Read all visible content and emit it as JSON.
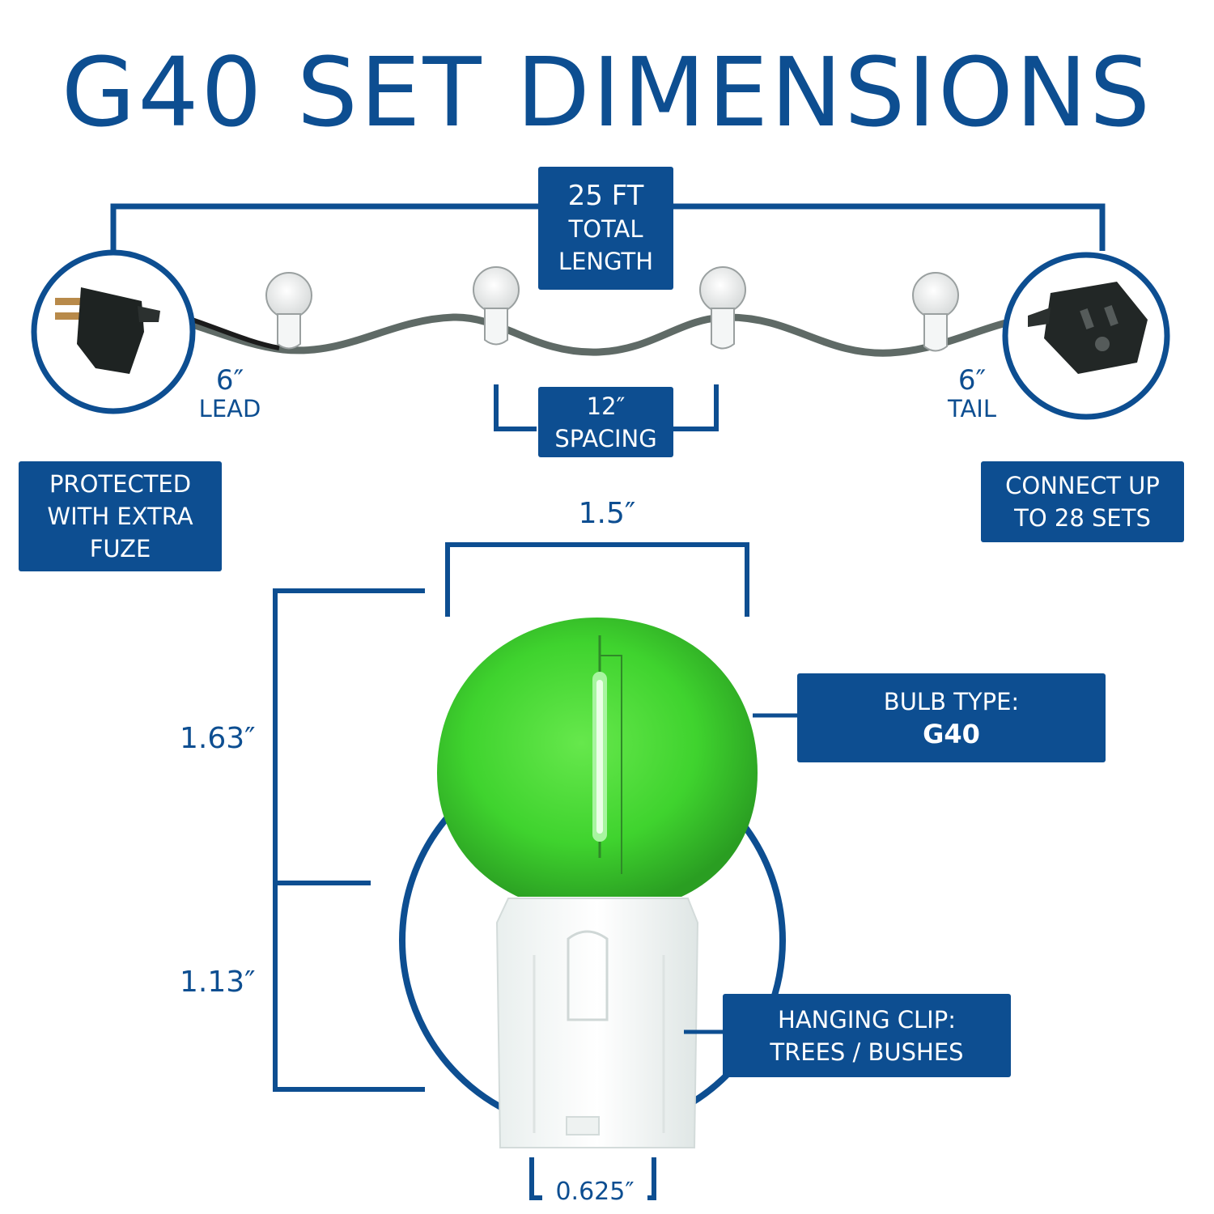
{
  "title": "G40 SET DIMENSIONS",
  "total_length": {
    "value": "25 FT",
    "line1": "TOTAL",
    "line2": "LENGTH"
  },
  "lead": {
    "value": "6″",
    "label": "LEAD"
  },
  "spacing": {
    "value": "12″",
    "label": "SPACING"
  },
  "tail": {
    "value": "6″",
    "label": "TAIL"
  },
  "fuse_note": {
    "line1": "PROTECTED",
    "line2": "WITH EXTRA",
    "line3": "FUZE"
  },
  "connect_note": {
    "line1": "CONNECT UP",
    "line2": "TO 28 SETS"
  },
  "bulb_width": "1.5″",
  "globe_height": "1.63″",
  "base_height": "1.13″",
  "base_width": "0.625″",
  "bulb_type": {
    "label": "BULB TYPE:",
    "value": "G40"
  },
  "hanging_clip": {
    "line1": "HANGING CLIP:",
    "line2": "TREES / BUSHES"
  },
  "colors": {
    "brand_blue": "#0d4e91",
    "bulb_green": "#3fd32e",
    "wire_gray": "#5f6a66"
  },
  "icons": [
    "plug-icon",
    "socket-icon",
    "bulb-icon"
  ]
}
